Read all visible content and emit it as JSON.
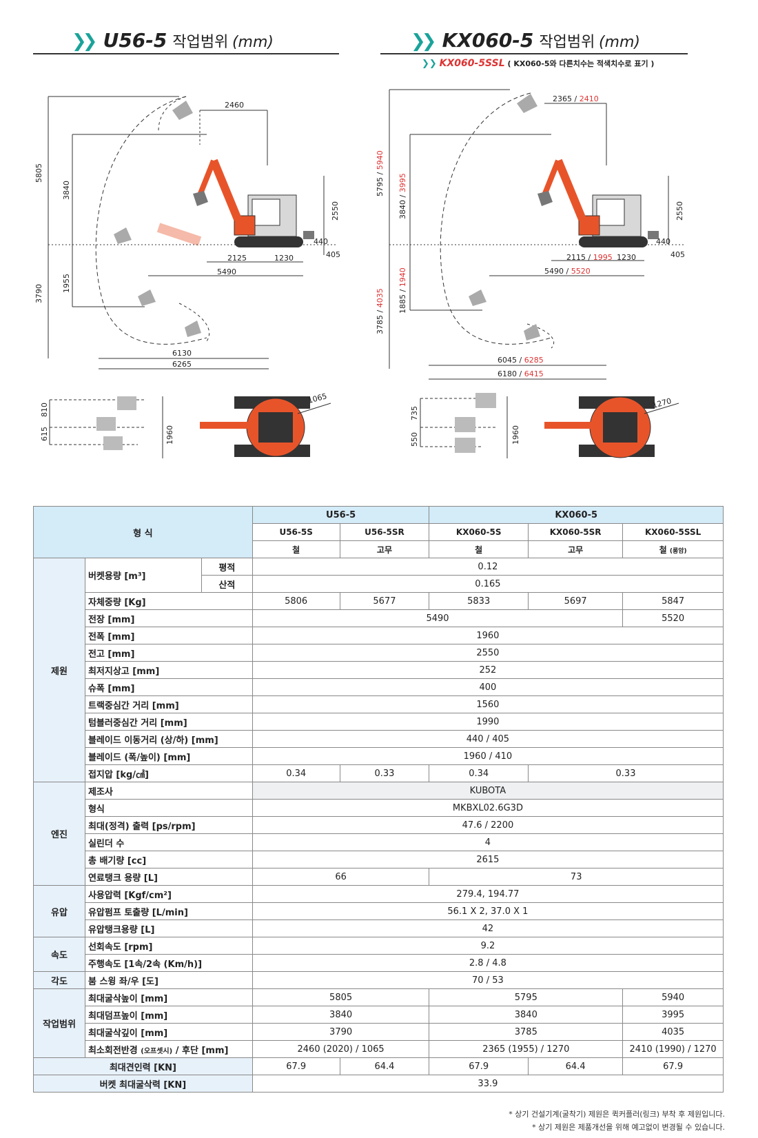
{
  "left_header": {
    "model": "U56-5",
    "title": "작업범위",
    "unit": "(mm)"
  },
  "right_header": {
    "model": "KX060-5",
    "title": "작업범위",
    "unit": "(mm)"
  },
  "right_subheader": {
    "model": "KX060-5SSL",
    "note": "( KX060-5와 다른치수는 적색치수로 표기 )"
  },
  "left_dims": {
    "top_width": "2460",
    "h_total_up": "5805",
    "h_dump": "3840",
    "h_tall": "2550",
    "blade_up": "440",
    "blade_down": "405",
    "w1": "2125",
    "w2": "1230",
    "w3": "5490",
    "d1": "1955",
    "d2": "3790",
    "r1": "6130",
    "r2": "6265",
    "o1": "615",
    "o2": "810",
    "track": "1960",
    "tail": "1065"
  },
  "right_dims": {
    "top_width": "2365",
    "top_width_red": "2410",
    "h_total_up": "5795",
    "h_total_up_red": "5940",
    "h_dump": "3840",
    "h_dump_red": "3995",
    "h_tall": "2550",
    "blade_up": "440",
    "blade_down": "405",
    "w1": "2115",
    "w1_red": "1995",
    "w2": "1230",
    "w3": "5490",
    "w3_red": "5520",
    "d1": "1885",
    "d1_red": "1940",
    "d2": "3785",
    "d2_red": "4035",
    "r1": "6045",
    "r1_red": "6285",
    "r2": "6180",
    "r2_red": "6415",
    "o1": "550",
    "o2": "735",
    "track": "1960",
    "tail": "1270"
  },
  "table": {
    "form_label": "형      식",
    "u56": "U56-5",
    "kx": "KX060-5",
    "models": [
      "U56-5S",
      "U56-5SR",
      "KX060-5S",
      "KX060-5SR",
      "KX060-5SSL"
    ],
    "tracks": [
      "철",
      "고무",
      "철",
      "고무",
      "철"
    ],
    "track_note": "(롱암)",
    "groups": {
      "spec": "제원",
      "engine": "엔진",
      "hyd": "유압",
      "speed": "속도",
      "angle": "각도",
      "range": "작업범위"
    },
    "bucket_cap": "버켓용량 [m³]",
    "heaped": "평적",
    "struck": "산적",
    "bucket_heaped": "0.12",
    "bucket_struck": "0.165",
    "rows_spec": [
      {
        "label": "자체중량 [Kg]",
        "v": [
          "5806",
          "5677",
          "5833",
          "5697",
          "5847"
        ]
      },
      {
        "label": "전장 [mm]",
        "v4": "5490",
        "v5": "5520"
      },
      {
        "label": "전폭 [mm]",
        "all": "1960"
      },
      {
        "label": "전고 [mm]",
        "all": "2550"
      },
      {
        "label": "최저지상고 [mm]",
        "all": "252"
      },
      {
        "label": "슈폭 [mm]",
        "all": "400"
      },
      {
        "label": "트랙중심간 거리 [mm]",
        "all": "1560"
      },
      {
        "label": "텀블러중심간 거리 [mm]",
        "all": "1990"
      },
      {
        "label": "블레이드 이동거리 (상/하) [mm]",
        "all": "440 / 405"
      },
      {
        "label": "블레이드 (폭/높이) [mm]",
        "all": "1960 / 410"
      }
    ],
    "ground_pressure": {
      "label": "접지압 [kg/㎠]",
      "v": [
        "0.34",
        "0.33",
        "0.34",
        "0.33"
      ]
    },
    "engine": [
      {
        "label": "제조사",
        "all": "KUBOTA"
      },
      {
        "label": "형식",
        "all": "MKBXL02.6G3D"
      },
      {
        "label": "최대(정격) 출력 [ps/rpm]",
        "all": "47.6 / 2200"
      },
      {
        "label": "실린더 수",
        "all": "4"
      },
      {
        "label": "총 배기량 [cc]",
        "all": "2615"
      }
    ],
    "fuel": {
      "label": "연료탱크 용량 [L]",
      "a": "66",
      "b": "73"
    },
    "hyd": [
      {
        "label": "사용압력 [Kgf/cm²]",
        "all": "279.4,  194.77"
      },
      {
        "label": "유압펌프 토출량 [L/min]",
        "all": "56.1 X 2,  37.0 X 1"
      },
      {
        "label": "유압탱크용량 [L]",
        "all": "42"
      }
    ],
    "speed": [
      {
        "label": "선회속도 [rpm]",
        "all": "9.2"
      },
      {
        "label": "주행속도 [1속/2속 (Km/h)]",
        "all": "2.8 / 4.8"
      }
    ],
    "angle": {
      "label": "붐 스윙 좌/우 [도]",
      "all": "70 / 53"
    },
    "range": [
      {
        "label": "최대굴삭높이 [mm]",
        "a": "5805",
        "b": "5795",
        "c": "5940"
      },
      {
        "label": "최대덤프높이 [mm]",
        "a": "3840",
        "b": "3840",
        "c": "3995"
      },
      {
        "label": "최대굴삭깊이 [mm]",
        "a": "3790",
        "b": "3785",
        "c": "4035"
      }
    ],
    "turning": {
      "label": "최소회전반경 ",
      "label_small": "(오프셋시)",
      "label_end": " / 후단 [mm]",
      "a": "2460 (2020) / 1065",
      "b": "2365 (1955) / 1270",
      "c": "2410 (1990) / 1270"
    },
    "traction": {
      "label": "최대견인력 [KN]",
      "v": [
        "67.9",
        "64.4",
        "67.9",
        "64.4",
        "67.9"
      ]
    },
    "digging": {
      "label": "버켓 최대굴삭력 [KN]",
      "all": "33.9"
    }
  },
  "footnotes": [
    "* 상기 건설기계(굴착기) 제원은 퀵커플러(링크) 부착 후 제원입니다.",
    "* 상기 제원은 제품개선을 위해 예고없이 변경될 수 있습니다."
  ],
  "colors": {
    "accent": "#1aa39a",
    "red": "#d33",
    "header_bg": "#d4ebf8",
    "machine": "#e8542a"
  }
}
